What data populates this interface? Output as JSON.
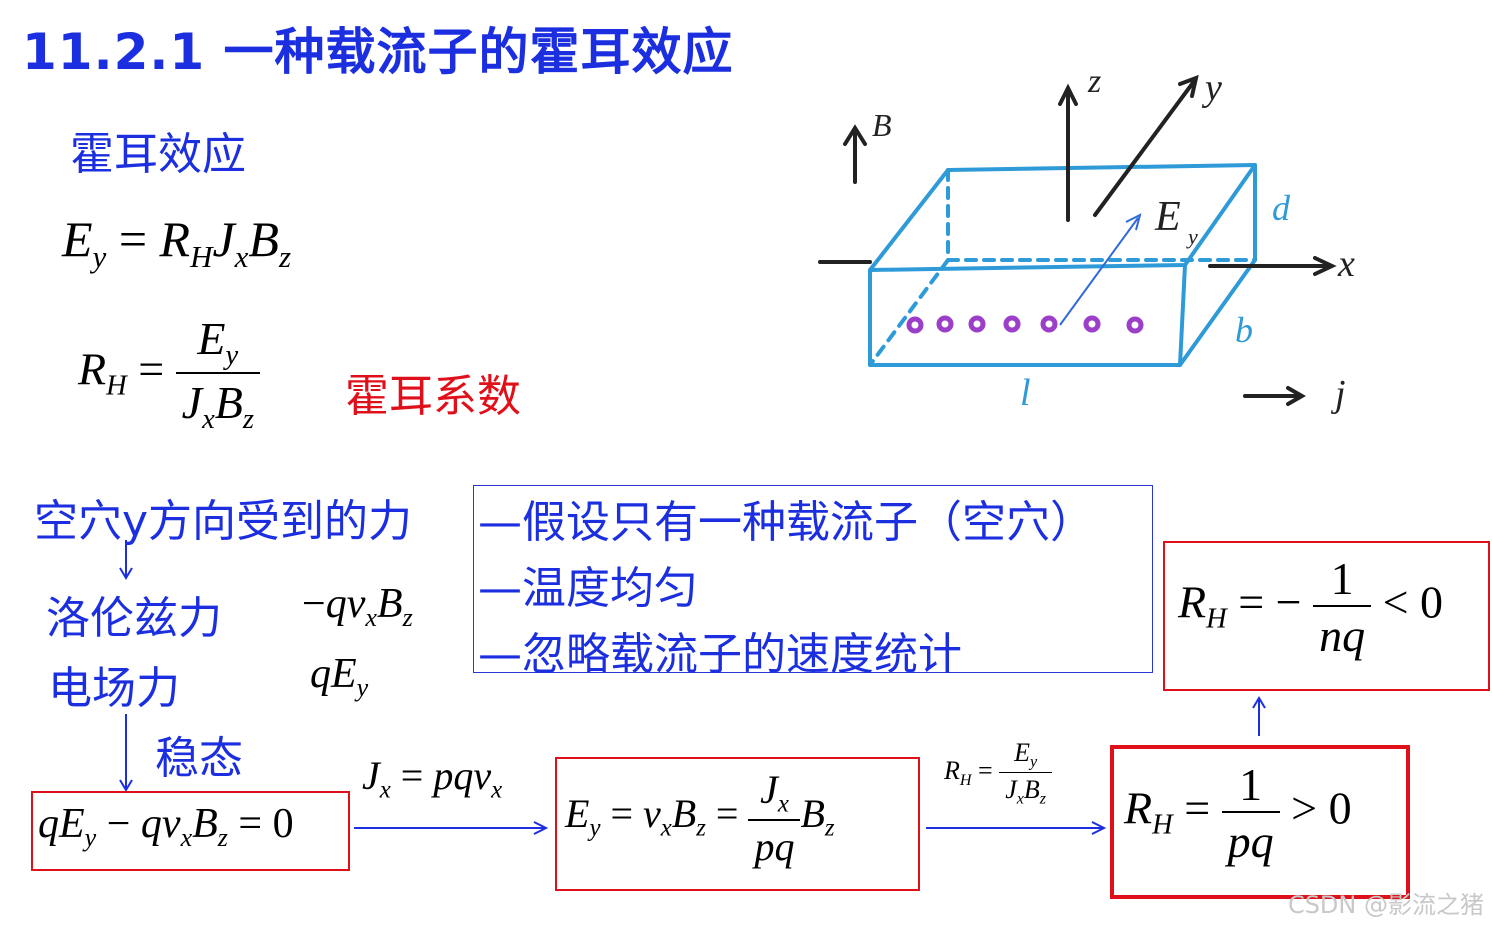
{
  "title": "11.2.1 一种载流子的霍耳效应",
  "subtitle": "霍耳效应",
  "hall_coefficient_label": "霍耳系数",
  "hole_force_heading": "空穴y方向受到的力",
  "lorentz_label": "洛伦兹力",
  "electric_label": "电场力",
  "steady_label": "稳态",
  "assumptions": [
    "—假设只有一种载流子（空穴）",
    "—温度均匀",
    "—忽略载流子的速度统计"
  ],
  "diagram": {
    "B_label": "B",
    "z_label": "z",
    "y_label": "y",
    "x_label": "x",
    "E_label": "E",
    "E_sub": "y",
    "d_label": "d",
    "b_label": "b",
    "l_label": "l",
    "j_label": "j"
  },
  "watermark": "CSDN @影流之猪",
  "colors": {
    "blue": "#1b2fe0",
    "red": "#e0101a",
    "diagram_blue": "#2f9ad8",
    "hole_purple": "#9c3fc8"
  }
}
